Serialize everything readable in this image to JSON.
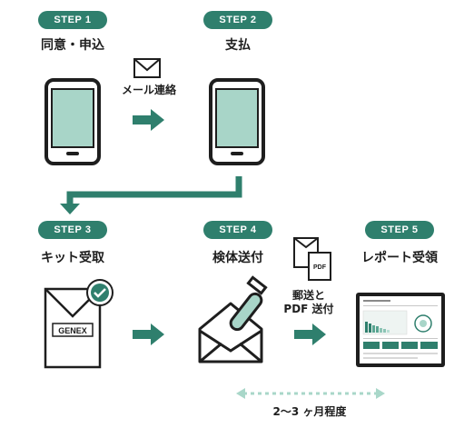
{
  "steps": [
    {
      "badge": "STEP 1",
      "title": "同意・申込"
    },
    {
      "badge": "STEP 2",
      "title": "支払"
    },
    {
      "badge": "STEP 3",
      "title": "キット受取"
    },
    {
      "badge": "STEP 4",
      "title": "検体送付"
    },
    {
      "badge": "STEP 5",
      "title": "レポート受領"
    }
  ],
  "notes": {
    "mail": "メール連絡",
    "post_line1": "郵送と",
    "post_line2": "PDF 送付",
    "duration": "2〜3 ヶ月程度"
  },
  "kit": {
    "brand": "GENEX"
  },
  "pdf": {
    "label": "PDF"
  },
  "colors": {
    "accent": "#2f7f6d",
    "phone_screen": "#a8d5c8",
    "line_light": "#a9d7c9"
  }
}
